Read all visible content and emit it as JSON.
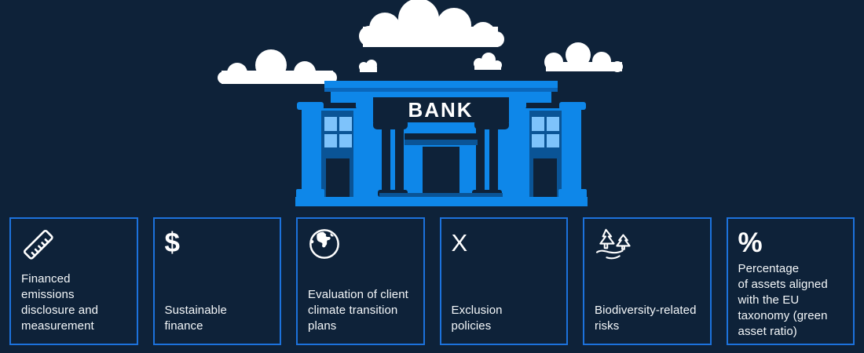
{
  "bank": {
    "sign_label": "BANK"
  },
  "colors": {
    "background_navy": "#0e2239",
    "bright_blue": "#0e87e9",
    "medium_blue": "#0a5496",
    "roof_stripe_blue": "#0a67bc",
    "window_pane_blue": "#7ec3fb",
    "card_border_blue": "#1c72dc",
    "text_white": "#f5f8fa"
  },
  "cards": [
    {
      "name": "financed-emissions",
      "icon": "ruler-icon",
      "lines": [
        "Financed emissions",
        "disclosure and",
        "measurement"
      ]
    },
    {
      "name": "sustainable-finance",
      "icon": "dollar-icon",
      "glyph": "$",
      "lines": [
        "Sustainable",
        "finance"
      ]
    },
    {
      "name": "client-transition-plans",
      "icon": "globe-icon",
      "lines": [
        "Evaluation of client",
        "climate transition",
        "plans"
      ]
    },
    {
      "name": "exclusion-policies",
      "icon": "x-icon",
      "glyph": "X",
      "lines": [
        "Exclusion",
        "policies"
      ]
    },
    {
      "name": "biodiversity-risks",
      "icon": "trees-icon",
      "lines": [
        "Biodiversity-related",
        "risks"
      ]
    },
    {
      "name": "eu-taxonomy",
      "icon": "percent-icon",
      "glyph": "%",
      "text_at_top": true,
      "lines": [
        "Percentage",
        "of assets aligned",
        "with the EU",
        "taxonomy (green",
        "asset ratio)"
      ]
    }
  ]
}
